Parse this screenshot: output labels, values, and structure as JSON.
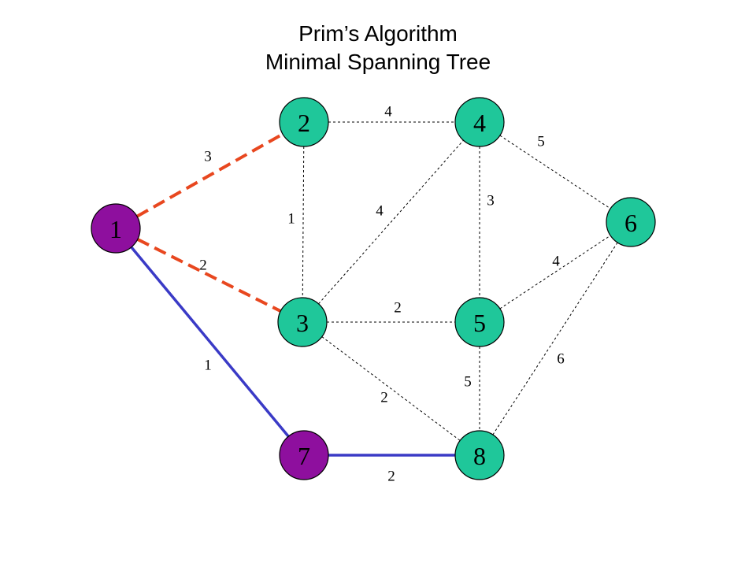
{
  "title": {
    "line1": "Prim’s Algorithm",
    "line2": "Minimal Spanning Tree"
  },
  "colors": {
    "candidate_node": "#1fc79a",
    "visited_node": "#8e0f9e",
    "node_outline": "#000000",
    "tree_edge": "#3a3ac6",
    "frontier_edge": "#e8471f",
    "unvisited_edge": "#000000"
  },
  "nodes": [
    {
      "id": "1",
      "label": "1",
      "state": "visited"
    },
    {
      "id": "2",
      "label": "2",
      "state": "candidate"
    },
    {
      "id": "3",
      "label": "3",
      "state": "candidate"
    },
    {
      "id": "4",
      "label": "4",
      "state": "candidate"
    },
    {
      "id": "5",
      "label": "5",
      "state": "candidate"
    },
    {
      "id": "6",
      "label": "6",
      "state": "candidate"
    },
    {
      "id": "7",
      "label": "7",
      "state": "visited"
    },
    {
      "id": "8",
      "label": "8",
      "state": "candidate"
    }
  ],
  "edges": [
    {
      "from": "1",
      "to": "2",
      "weight": "3",
      "kind": "frontier"
    },
    {
      "from": "1",
      "to": "3",
      "weight": "2",
      "kind": "frontier"
    },
    {
      "from": "1",
      "to": "7",
      "weight": "1",
      "kind": "tree"
    },
    {
      "from": "7",
      "to": "8",
      "weight": "2",
      "kind": "tree"
    },
    {
      "from": "2",
      "to": "4",
      "weight": "4",
      "kind": "unvisited"
    },
    {
      "from": "2",
      "to": "3",
      "weight": "1",
      "kind": "unvisited"
    },
    {
      "from": "3",
      "to": "4",
      "weight": "4",
      "kind": "unvisited"
    },
    {
      "from": "4",
      "to": "5",
      "weight": "3",
      "kind": "unvisited"
    },
    {
      "from": "4",
      "to": "6",
      "weight": "5",
      "kind": "unvisited"
    },
    {
      "from": "3",
      "to": "5",
      "weight": "2",
      "kind": "unvisited"
    },
    {
      "from": "5",
      "to": "6",
      "weight": "4",
      "kind": "unvisited"
    },
    {
      "from": "3",
      "to": "8",
      "weight": "2",
      "kind": "unvisited"
    },
    {
      "from": "5",
      "to": "8",
      "weight": "5",
      "kind": "unvisited"
    },
    {
      "from": "6",
      "to": "8",
      "weight": "6",
      "kind": "unvisited"
    }
  ]
}
